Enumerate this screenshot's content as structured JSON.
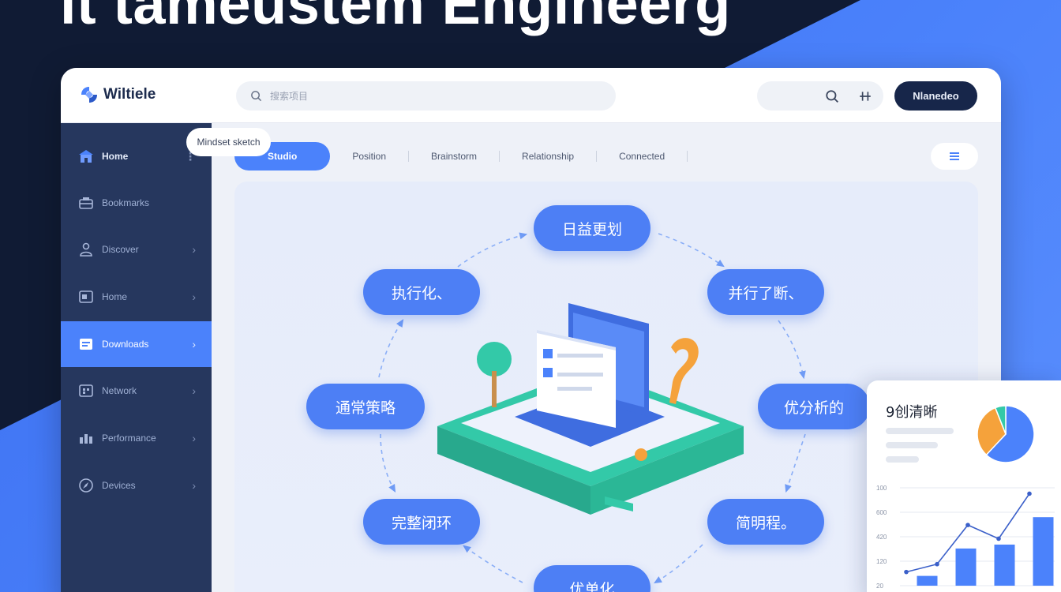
{
  "headline": "it tameustem Engineerg",
  "app": {
    "name": "Wiltiele",
    "search_placeholder": "搜索项目",
    "cta_label": "Nlanedeo"
  },
  "icons": {
    "logo": "logo-mark",
    "search": "search-icon",
    "topbar_tools": [
      "search-icon",
      "hash-icon"
    ],
    "menu": "menu-icon"
  },
  "sidebar": {
    "items": [
      {
        "label": "Home",
        "icon": "home-icon",
        "active": false
      },
      {
        "label": "Bookmarks",
        "icon": "inbox-icon",
        "active": false
      },
      {
        "label": "Discover",
        "icon": "user-icon",
        "active": false
      },
      {
        "label": "Home",
        "icon": "browser-icon",
        "active": false
      },
      {
        "label": "Downloads",
        "icon": "document-icon",
        "active": true
      },
      {
        "label": "Network",
        "icon": "grid-icon",
        "active": false
      },
      {
        "label": "Performance",
        "icon": "chart-icon",
        "active": false
      },
      {
        "label": "Devices",
        "icon": "compass-icon",
        "active": false
      }
    ]
  },
  "tabs": [
    "Studio",
    "Position",
    "Brainstorm",
    "Relationship",
    "Connected"
  ],
  "canvas_tag": "Mindset sketch",
  "cycle_nodes": [
    "日益更划",
    "并行了断、",
    "优分析的",
    "简明程。",
    "优单化",
    "完整闭环",
    "通常策略",
    "执行化、"
  ],
  "card": {
    "title": "9创清晰",
    "pie": [
      {
        "value": 0.62,
        "color": "#4b82fb"
      },
      {
        "value": 0.32,
        "color": "#f5a23b"
      },
      {
        "value": 0.06,
        "color": "#33c9a8"
      }
    ],
    "y_ticks": [
      "100",
      "600",
      "420",
      "120",
      "20"
    ],
    "bars": [
      0.1,
      0.38,
      0.42,
      0.7
    ],
    "line": [
      0.14,
      0.22,
      0.62,
      0.48,
      0.94
    ]
  },
  "colors": {
    "accent": "#4b82fb",
    "dark": "#101b34",
    "sidebar": "#26375e",
    "teal": "#33c9a8",
    "orange": "#f5a23b"
  }
}
